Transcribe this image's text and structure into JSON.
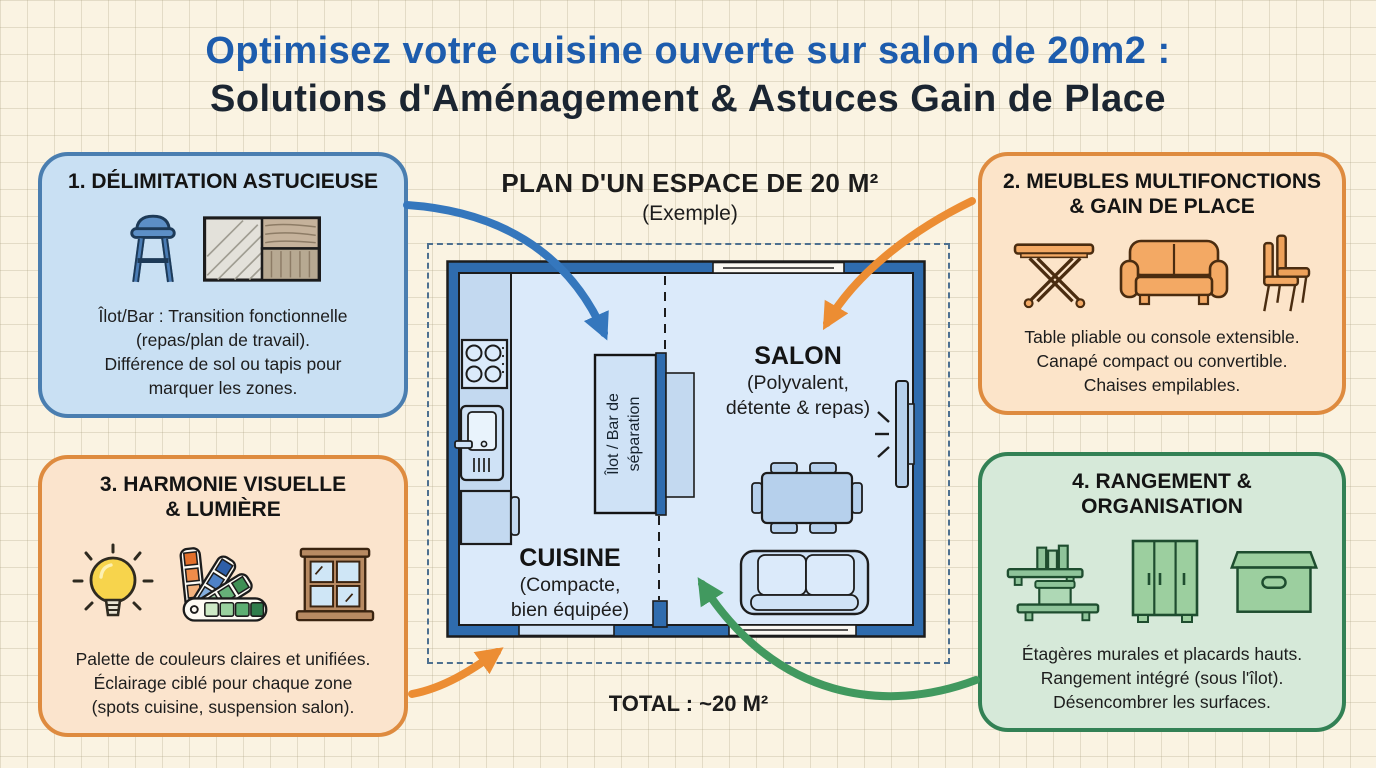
{
  "header": {
    "title_line1": "Optimisez votre cuisine ouverte sur salon de 20m2 :",
    "title_line2": "Solutions d'Aménagement & Astuces Gain de Place"
  },
  "plan": {
    "title": "PLAN D'UN ESPACE DE 20 M²",
    "subtitle": "(Exemple)",
    "total_label": "TOTAL : ~20 M²",
    "salon_name": "SALON",
    "salon_desc": "(Polyvalent,\ndétente & repas)",
    "cuisine_name": "CUISINE",
    "cuisine_desc": "(Compacte,\nbien équipée)",
    "ilot_label": "Îlot / Bar de\nséparation"
  },
  "boxes": [
    {
      "title": "1. DÉLIMITATION ASTUCIEUSE",
      "body": "Îlot/Bar : Transition fonctionnelle\n(repas/plan de travail).\nDifférence de sol ou tapis pour\nmarquer les zones.",
      "icons": [
        "stool-icon",
        "floor-sample-icon"
      ]
    },
    {
      "title": "2. MEUBLES MULTIFONCTIONS\n& GAIN DE PLACE",
      "body": "Table pliable ou console extensible.\nCanapé compact ou convertible.\nChaises empilables.",
      "icons": [
        "folding-table-icon",
        "sofa-icon",
        "stacked-chairs-icon"
      ]
    },
    {
      "title": "3. HARMONIE VISUELLE\n& LUMIÈRE",
      "body": "Palette de couleurs claires et unifiées.\nÉclairage ciblé pour chaque zone\n(spots cuisine, suspension salon).",
      "icons": [
        "lightbulb-icon",
        "color-swatches-icon",
        "window-icon"
      ]
    },
    {
      "title": "4. RANGEMENT &\nORGANISATION",
      "body": "Étagères murales et placards hauts.\nRangement intégré (sous l'îlot).\nDésencombrer les surfaces.",
      "icons": [
        "wall-shelves-icon",
        "wardrobe-icon",
        "storage-box-icon"
      ]
    }
  ],
  "colors": {
    "background": "#faf3e2",
    "title_blue": "#1d5cad",
    "title_dark": "#1b2531",
    "box_blue_bg": "#c9e0f3",
    "box_blue_border": "#4a7eb0",
    "box_orange_bg": "#fce4c9",
    "box_orange_border": "#de8b3f",
    "box_green_bg": "#d6e9d9",
    "box_green_border": "#338155",
    "arrow_blue": "#3577bd",
    "arrow_orange": "#ec8d33",
    "arrow_green": "#41995f",
    "wall_blue": "#2f6cae",
    "floor_blue": "#dbeafa",
    "furniture_blue": "#b6d0ec"
  }
}
